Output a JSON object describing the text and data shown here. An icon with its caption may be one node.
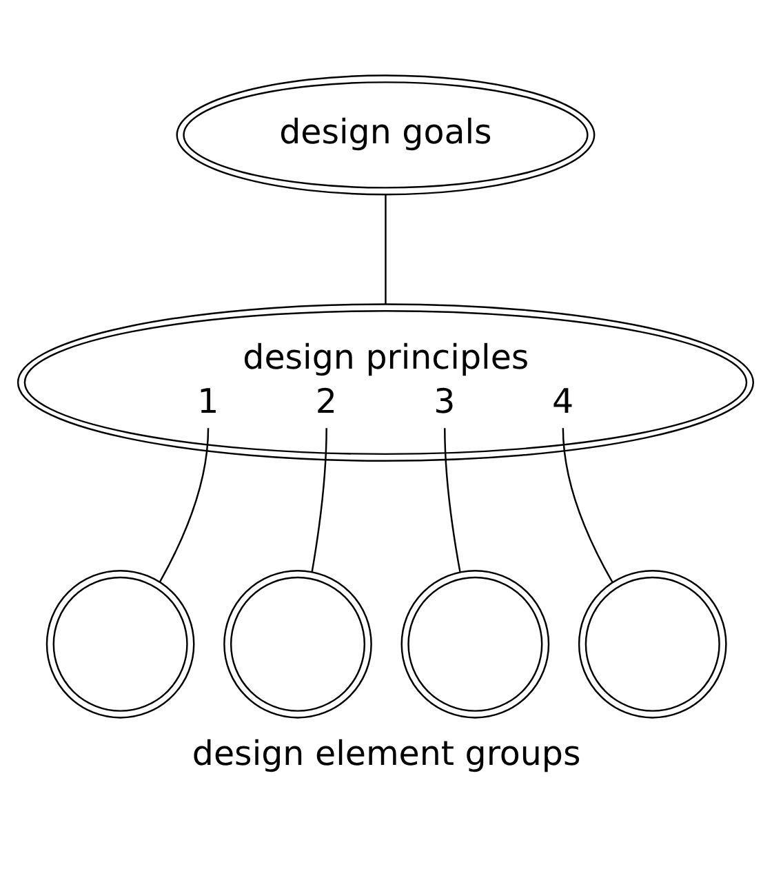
{
  "diagram": {
    "nodes": [
      {
        "text": [
          "design goals"
        ]
      },
      {
        "text": [
          "design principles",
          "1",
          "2",
          "3",
          "4"
        ]
      },
      {
        "text": [],
        "shape": "circle"
      },
      {
        "text": [],
        "shape": "circle"
      },
      {
        "text": [],
        "shape": "circle"
      },
      {
        "text": [],
        "shape": "circle"
      }
    ],
    "edges": [
      {
        "from": 0,
        "to": 1,
        "arrow": "none"
      },
      {
        "from": 1,
        "to": 2,
        "arrow": "none"
      },
      {
        "from": 1,
        "to": 3,
        "arrow": "none"
      },
      {
        "from": 1,
        "to": 4,
        "arrow": "none"
      },
      {
        "from": 1,
        "to": 5,
        "arrow": "none"
      }
    ],
    "labels": [
      "design element groups"
    ]
  }
}
